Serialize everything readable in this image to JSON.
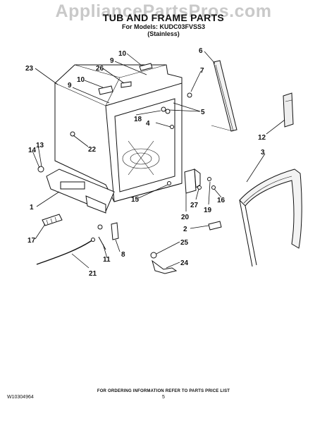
{
  "watermark": "AppliancePartsPros.com",
  "header": {
    "title": "TUB AND FRAME PARTS",
    "models_line": "For Models: KUDC03FVSS3",
    "finish": "(Stainless)"
  },
  "callouts": [
    "1",
    "2",
    "3",
    "4",
    "5",
    "6",
    "7",
    "8",
    "9",
    "10",
    "11",
    "12",
    "13",
    "14",
    "15",
    "16",
    "17",
    "18",
    "19",
    "20",
    "21",
    "22",
    "23",
    "24",
    "25",
    "26",
    "27"
  ],
  "footer": {
    "note": "FOR ORDERING INFORMATION REFER TO PARTS PRICE LIST",
    "doc_number": "W10304964",
    "page_number": "5"
  }
}
